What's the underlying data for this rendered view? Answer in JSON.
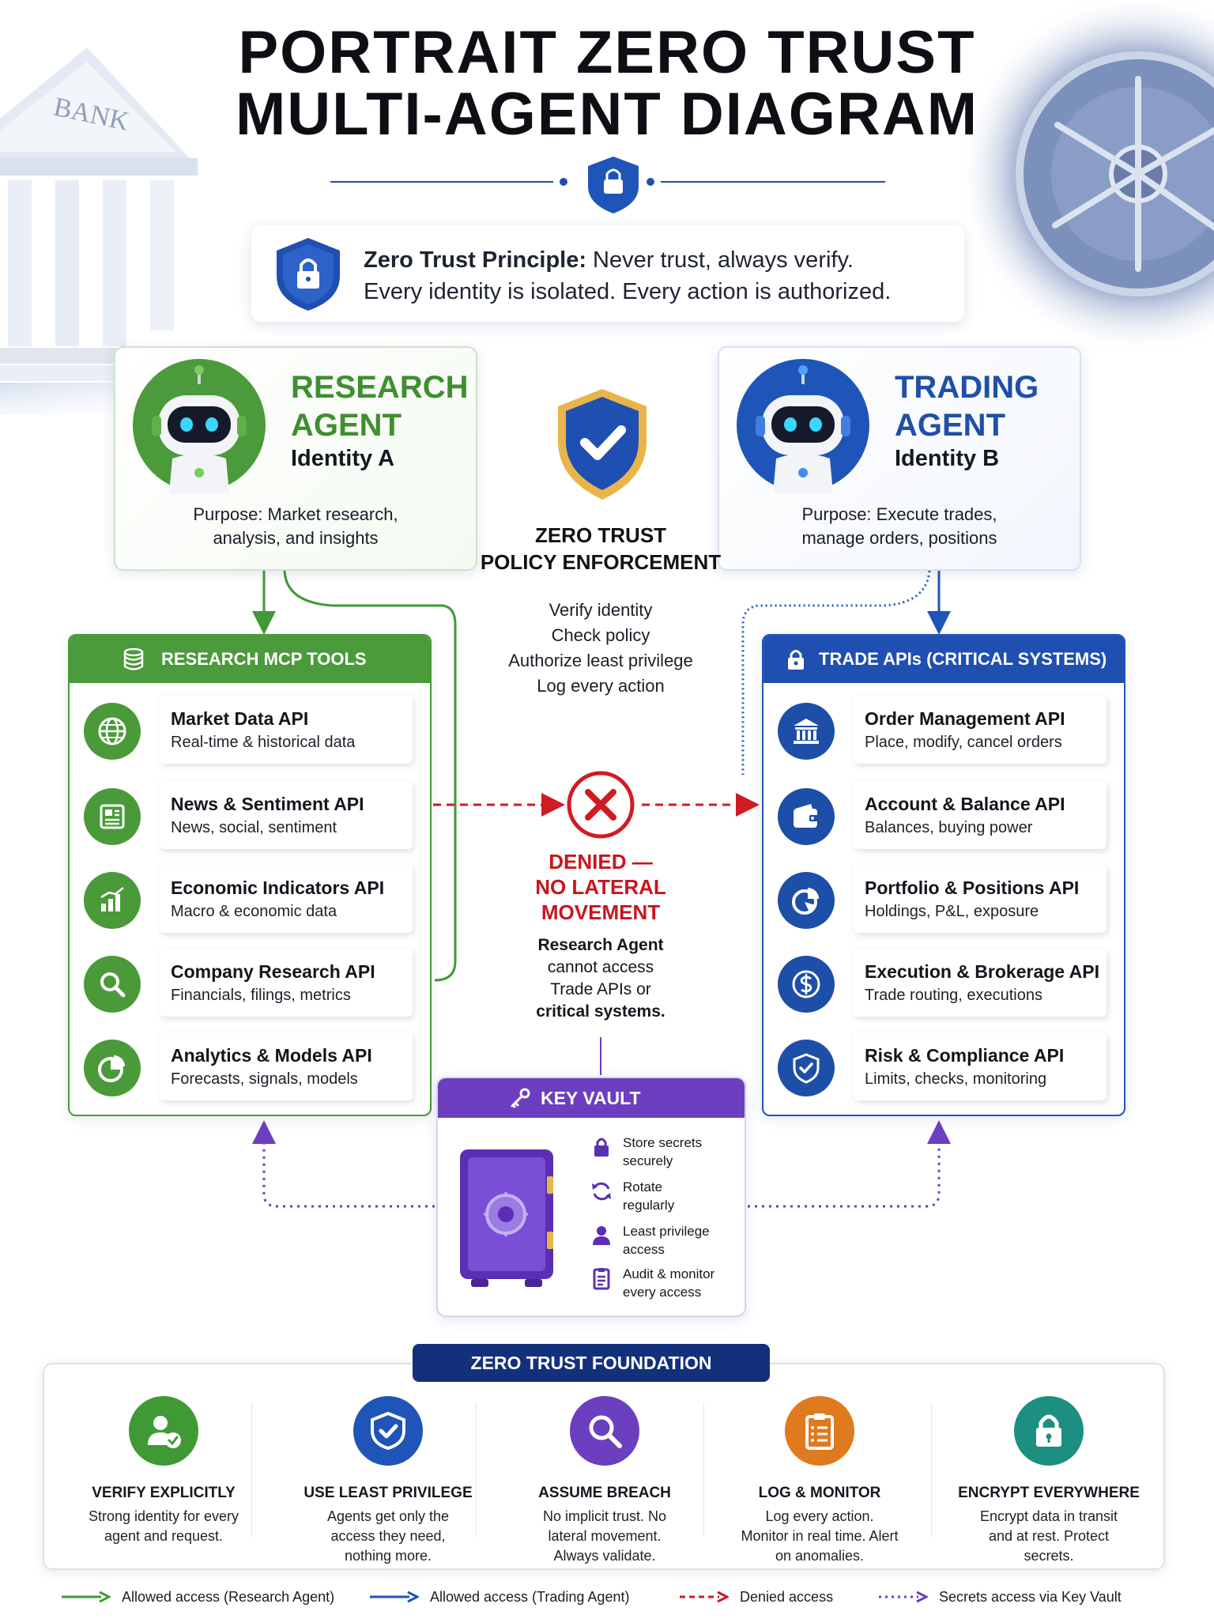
{
  "title": {
    "line1": "PORTRAIT ZERO TRUST",
    "line2": "MULTI-AGENT DIAGRAM"
  },
  "decor": {
    "bank_sign": "BANK"
  },
  "principle": {
    "lead": "Zero Trust Principle:",
    "line1_rest": " Never trust, always verify.",
    "line2": "Every identity is isolated. Every action is authorized."
  },
  "research_agent": {
    "name_line1": "RESEARCH",
    "name_line2": "AGENT",
    "identity": "Identity A",
    "purpose_line1": "Purpose: Market research,",
    "purpose_line2": "analysis, and insights"
  },
  "trading_agent": {
    "name_line1": "TRADING",
    "name_line2": "AGENT",
    "identity": "Identity B",
    "purpose_line1": "Purpose: Execute trades,",
    "purpose_line2": "manage orders, positions"
  },
  "enforcement": {
    "title_line1": "ZERO TRUST",
    "title_line2": "POLICY ENFORCEMENT",
    "steps": [
      "Verify identity",
      "Check policy",
      "Authorize least privilege",
      "Log every action"
    ]
  },
  "research_tools": {
    "header": "RESEARCH MCP TOOLS",
    "items": [
      {
        "name": "Market Data API",
        "desc": "Real-time & historical data",
        "icon": "globe-icon"
      },
      {
        "name": "News & Sentiment API",
        "desc": "News, social, sentiment",
        "icon": "newspaper-icon"
      },
      {
        "name": "Economic Indicators API",
        "desc": "Macro & economic data",
        "icon": "bar-chart-icon"
      },
      {
        "name": "Company Research API",
        "desc": "Financials, filings, metrics",
        "icon": "magnifier-icon"
      },
      {
        "name": "Analytics & Models API",
        "desc": "Forecasts, signals, models",
        "icon": "pie-chart-icon"
      }
    ]
  },
  "trade_apis": {
    "header": "TRADE APIs (CRITICAL SYSTEMS)",
    "items": [
      {
        "name": "Order Management API",
        "desc": "Place, modify, cancel orders",
        "icon": "bank-icon"
      },
      {
        "name": "Account & Balance API",
        "desc": "Balances, buying power",
        "icon": "wallet-icon"
      },
      {
        "name": "Portfolio & Positions API",
        "desc": "Holdings, P&L, exposure",
        "icon": "pie-chart-icon"
      },
      {
        "name": "Execution & Brokerage API",
        "desc": "Trade routing, executions",
        "icon": "dollar-coin-icon"
      },
      {
        "name": "Risk & Compliance API",
        "desc": "Limits, checks, monitoring",
        "icon": "shield-check-icon"
      }
    ]
  },
  "denied": {
    "title_line1": "DENIED —",
    "title_line2": "NO LATERAL",
    "title_line3": "MOVEMENT",
    "text_line1": "Research Agent",
    "text_line2": "cannot access",
    "text_line3": "Trade APIs or",
    "text_line4": "critical systems."
  },
  "key_vault": {
    "header": "KEY VAULT",
    "items": [
      {
        "line1": "Store secrets",
        "line2": "securely",
        "icon": "lock-icon"
      },
      {
        "line1": "Rotate",
        "line2": "regularly",
        "icon": "rotate-icon"
      },
      {
        "line1": "Least privilege",
        "line2": "access",
        "icon": "user-icon"
      },
      {
        "line1": "Audit & monitor",
        "line2": "every access",
        "icon": "clipboard-icon"
      }
    ]
  },
  "foundation": {
    "badge": "ZERO TRUST FOUNDATION",
    "pillars": [
      {
        "title": "VERIFY EXPLICITLY",
        "desc": "Strong identity for every agent and request.",
        "icon": "user-check-icon",
        "color": "#3f9a35"
      },
      {
        "title": "USE LEAST PRIVILEGE",
        "desc": "Agents get only the access they need, nothing more.",
        "icon": "shield-check-icon",
        "color": "#1f55b8"
      },
      {
        "title": "ASSUME BREACH",
        "desc": "No implicit trust. No lateral movement. Always validate.",
        "icon": "magnifier-icon",
        "color": "#6b3fbf"
      },
      {
        "title": "LOG & MONITOR",
        "desc": "Log every action. Monitor in real time. Alert on anomalies.",
        "icon": "clipboard-list-icon",
        "color": "#e07a1f"
      },
      {
        "title": "ENCRYPT EVERYWHERE",
        "desc": "Encrypt data in transit and at rest. Protect secrets.",
        "icon": "lock-icon",
        "color": "#1d8f80"
      }
    ]
  },
  "legend": [
    {
      "label": "Allowed access (Research Agent)",
      "color": "#3f9a35",
      "style": "solid"
    },
    {
      "label": "Allowed access (Trading Agent)",
      "color": "#1f55b8",
      "style": "solid"
    },
    {
      "label": "Denied access",
      "color": "#d11b22",
      "style": "dashed"
    },
    {
      "label": "Secrets access via Key Vault",
      "color": "#6b3fbf",
      "style": "dotted"
    }
  ],
  "colors": {
    "research_green": "#4b9a3c",
    "trading_blue": "#1f4fb0",
    "denied_red": "#d11b22",
    "vault_purple": "#6b3fbf",
    "foundation_navy": "#13307a"
  }
}
